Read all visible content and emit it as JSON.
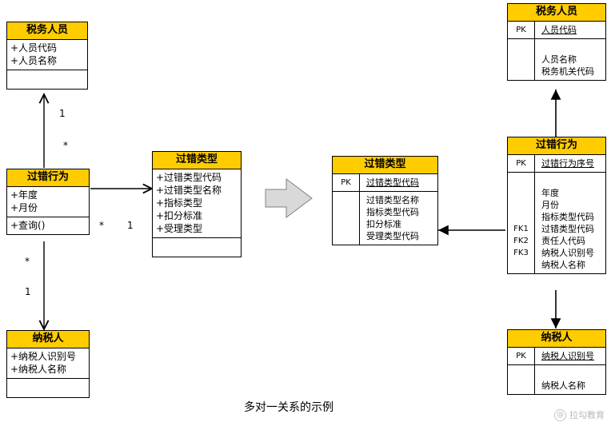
{
  "caption": "多对一关系的示例",
  "watermark": {
    "mark": "@",
    "text": "拉勾教育"
  },
  "colors": {
    "header": "#ffcc00",
    "line": "#000000",
    "arrow_fill": "#d9d9d9",
    "arrow_stroke": "#808080"
  },
  "uml": {
    "tax_officer": {
      "title": "税务人员",
      "attributes": [
        "+人员代码",
        "+人员名称"
      ],
      "operations": []
    },
    "fault_behavior": {
      "title": "过错行为",
      "attributes": [
        "+年度",
        "+月份"
      ],
      "operations": [
        "+查询()"
      ]
    },
    "fault_type": {
      "title": "过错类型",
      "attributes": [
        "+过错类型代码",
        "+过错类型名称",
        "+指标类型",
        "+扣分标准",
        "+受理类型"
      ],
      "operations": []
    },
    "taxpayer": {
      "title": "纳税人",
      "attributes": [
        "+纳税人识别号",
        "+纳税人名称"
      ],
      "operations": []
    },
    "multiplicities": [
      {
        "id": "officer-top",
        "text": "1"
      },
      {
        "id": "officer-bottom",
        "text": "*"
      },
      {
        "id": "fault-right-star",
        "text": "*"
      },
      {
        "id": "fault-right-one",
        "text": "1"
      },
      {
        "id": "taxpayer-star",
        "text": "*"
      },
      {
        "id": "taxpayer-one",
        "text": "1"
      }
    ]
  },
  "erd": {
    "fault_type": {
      "title": "过错类型",
      "key_label": "PK",
      "key_fields": [
        "过错类型代码"
      ],
      "fields": [
        "过错类型名称",
        "指标类型代码",
        "扣分标准",
        "受理类型代码"
      ],
      "field_keys": [
        "",
        "",
        "",
        ""
      ]
    },
    "tax_officer": {
      "title": "税务人员",
      "key_label": "PK",
      "key_fields": [
        "人员代码"
      ],
      "fields": [
        "人员名称",
        "税务机关代码"
      ],
      "field_keys": [
        "",
        ""
      ]
    },
    "fault_behavior": {
      "title": "过错行为",
      "key_label": "PK",
      "key_fields": [
        "过错行为序号"
      ],
      "fields": [
        "年度",
        "月份",
        "指标类型代码",
        "过错类型代码",
        "责任人代码",
        "纳税人识别号",
        "纳税人名称"
      ],
      "field_keys": [
        "",
        "",
        "",
        "FK1",
        "FK2",
        "FK3",
        ""
      ]
    },
    "taxpayer": {
      "title": "纳税人",
      "key_label": "PK",
      "key_fields": [
        "纳税人识别号"
      ],
      "fields": [
        "纳税人名称"
      ],
      "field_keys": [
        ""
      ]
    }
  }
}
